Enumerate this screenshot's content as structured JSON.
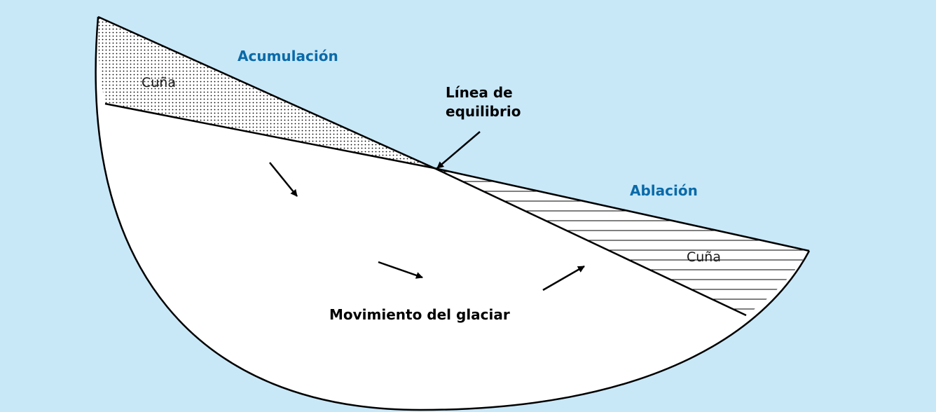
{
  "diagram": {
    "zones": {
      "accumulation": "Acumulación",
      "ablation": "Ablación"
    },
    "equilibrium_line": {
      "line1": "Línea de",
      "line2": "equilibrio"
    },
    "wedges": {
      "upper": "Cuña",
      "lower": "Cuña"
    },
    "movement_label": "Movimiento del glaciar"
  },
  "colors": {
    "background": "#c8e8f8",
    "accent_blue": "#0a6aa8",
    "glacier_fill": "#ffffff",
    "outline": "#000000"
  }
}
